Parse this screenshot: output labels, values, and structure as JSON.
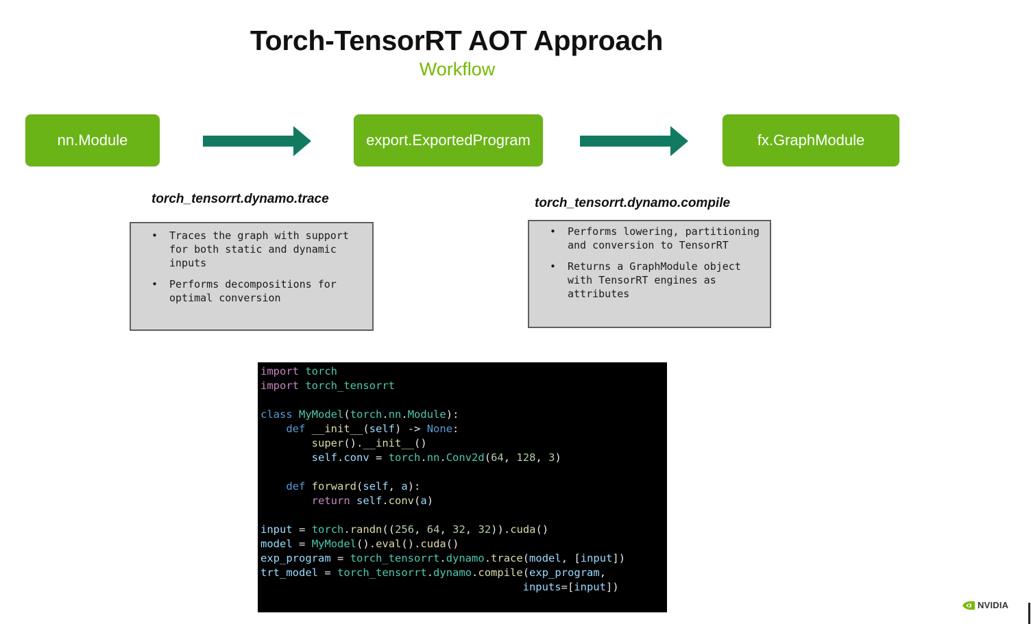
{
  "title": "Torch-TensorRT AOT Approach",
  "subtitle": "Workflow",
  "stages": [
    {
      "label": "nn.Module"
    },
    {
      "label": "export.ExportedProgram"
    },
    {
      "label": "fx.GraphModule"
    }
  ],
  "transforms": [
    {
      "function": "torch_tensorrt.dynamo.trace",
      "bullets": [
        "Traces the graph with support for both static and dynamic inputs",
        "Performs decompositions for optimal conversion"
      ]
    },
    {
      "function": "torch_tensorrt.dynamo.compile",
      "bullets": [
        "Performs lowering, partitioning and conversion to TensorRT",
        "Returns a GraphModule object with TensorRT engines as attributes"
      ]
    }
  ],
  "colors": {
    "stage_fill": "#6ab417",
    "arrow": "#127a60",
    "subtitle": "#76b900",
    "note_fill": "#d5d5d5",
    "code_background": "#000000"
  },
  "code": {
    "language": "python",
    "lines": [
      "import torch",
      "import torch_tensorrt",
      "",
      "class MyModel(torch.nn.Module):",
      "    def __init__(self) -> None:",
      "        super().__init__()",
      "        self.conv = torch.nn.Conv2d(64, 128, 3)",
      "",
      "    def forward(self, a):",
      "        return self.conv(a)",
      "",
      "input = torch.randn((256, 64, 32, 32)).cuda()",
      "model = MyModel().eval().cuda()",
      "exp_program = torch_tensorrt.dynamo.trace(model, [input])",
      "trt_model = torch_tensorrt.dynamo.compile(exp_program,",
      "                                         inputs=[input])"
    ]
  },
  "logo": {
    "text": "NVIDIA",
    "icon": "nvidia-eye-icon"
  }
}
